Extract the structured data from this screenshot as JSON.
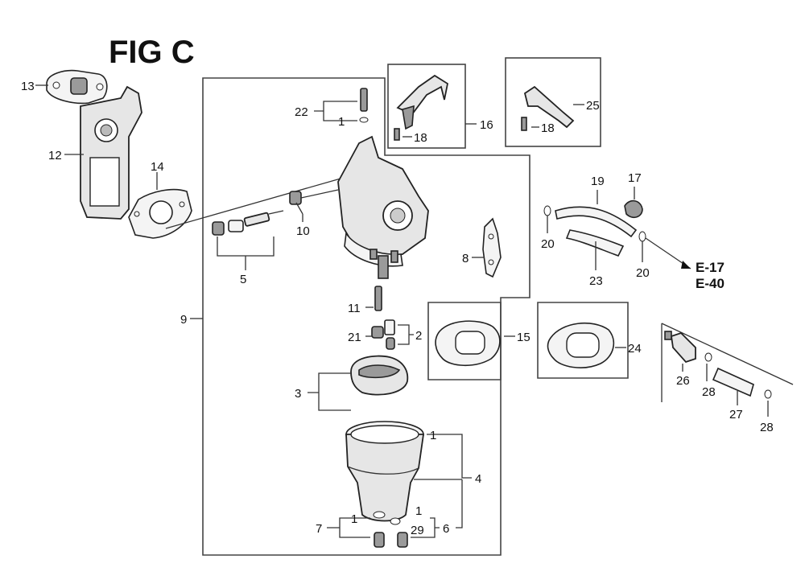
{
  "figure": {
    "title": "FIG C"
  },
  "callouts": {
    "c13": "13",
    "c12": "12",
    "c14": "14",
    "c22": "22",
    "c1_top": "1",
    "c18_a": "18",
    "c16": "16",
    "c18_b": "18",
    "c25": "25",
    "c19": "19",
    "c17": "17",
    "c20_a": "20",
    "c20_b": "20",
    "c23": "23",
    "c8": "8",
    "c10": "10",
    "c5": "5",
    "c9": "9",
    "c11": "11",
    "c21": "21",
    "c2": "2",
    "c15": "15",
    "c24": "24",
    "c3": "3",
    "c26": "26",
    "c28_a": "28",
    "c27": "27",
    "c28_b": "28",
    "c1_bowl": "1",
    "c4": "4",
    "c1_drain": "1",
    "c7": "7",
    "c1_screw": "1",
    "c29": "29",
    "c6": "6"
  },
  "references": {
    "ref_e17": "E-17",
    "ref_e40": "E-40"
  },
  "colors": {
    "ink": "#111111",
    "part_fill": "#e6e6e6",
    "background": "#ffffff"
  }
}
